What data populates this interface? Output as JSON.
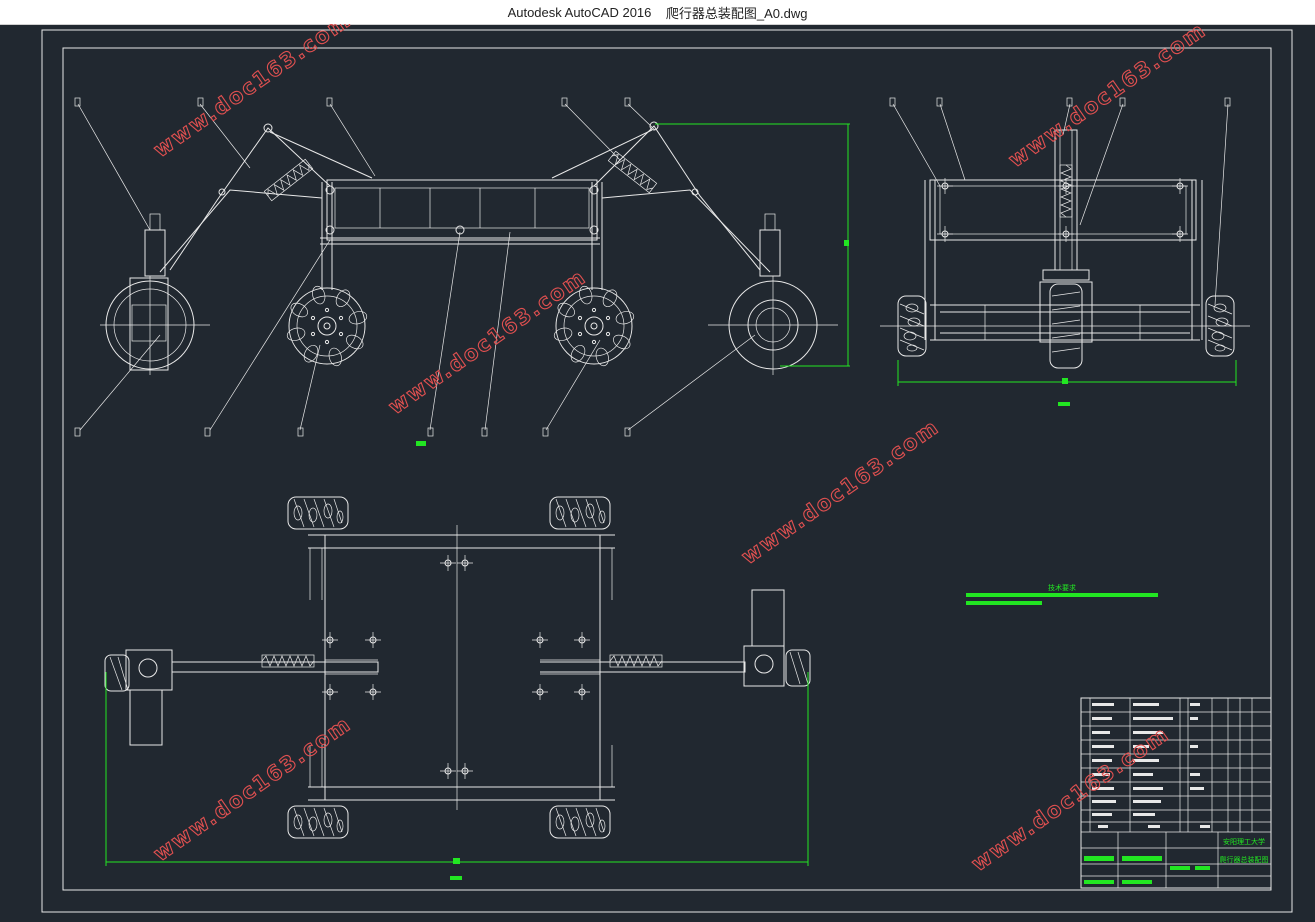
{
  "window": {
    "app_title": "Autodesk AutoCAD 2016",
    "file_name": "爬行器总装配图_A0.dwg"
  },
  "watermark": {
    "text": "www.doc163.com",
    "color": "#e05050"
  },
  "colors": {
    "background": "#212830",
    "linework": "#e8e8e8",
    "dimension": "#22e622"
  },
  "tech_requirements": {
    "heading": "技术要求"
  },
  "title_block": {
    "school": "安阳理工大学",
    "drawing_title": "爬行器总装配图"
  }
}
